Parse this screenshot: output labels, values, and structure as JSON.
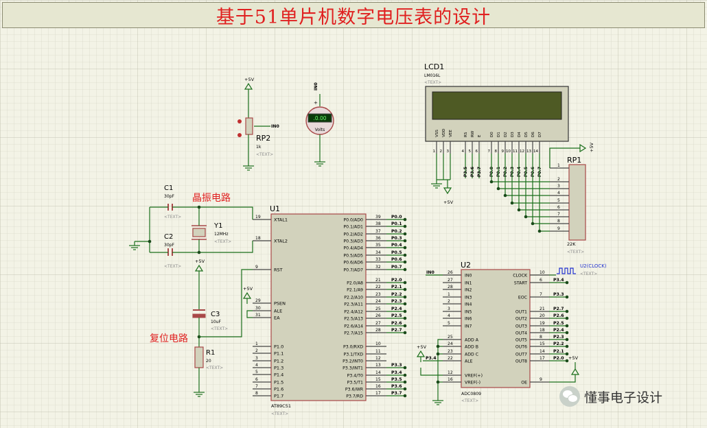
{
  "title": "基于51单片机数字电压表的设计",
  "annotations": {
    "crystal": "晶振电路",
    "reset": "复位电路"
  },
  "watermark": "懂事电子设计",
  "text_placeholder": "<TEXT>",
  "lcd": {
    "ref": "LCD1",
    "model": "LM016L",
    "pins": [
      "VSS",
      "VDD",
      "VEE",
      "RS",
      "RW",
      "E",
      "D0",
      "D1",
      "D2",
      "D3",
      "D4",
      "D5",
      "D6",
      "D7"
    ],
    "pin_numbers": [
      "1",
      "2",
      "3",
      "4",
      "5",
      "6",
      "7",
      "8",
      "9",
      "10",
      "11",
      "12",
      "13",
      "14"
    ],
    "net_labels_ctrl": [
      "P3.5",
      "P3.6",
      "P3.7"
    ],
    "net_labels_data": [
      "P0.0",
      "P0.1",
      "P0.2",
      "P0.3",
      "P0.4",
      "P0.5",
      "P0.6",
      "P0.7"
    ],
    "supply": "+5V"
  },
  "rp1": {
    "ref": "RP1",
    "value": "22K",
    "pins": [
      "1",
      "2",
      "3",
      "4",
      "5",
      "6",
      "7",
      "8",
      "9"
    ],
    "supply": "+5V"
  },
  "rp2": {
    "ref": "RP2",
    "value": "1k",
    "net": "IN0",
    "supply": "+5V"
  },
  "voltmeter": {
    "reading": ".0.00",
    "unit": "Volts",
    "net": "IN0"
  },
  "c1": {
    "ref": "C1",
    "value": "30pF"
  },
  "c2": {
    "ref": "C2",
    "value": "30pF"
  },
  "c3": {
    "ref": "C3",
    "value": "10uF"
  },
  "y1": {
    "ref": "Y1",
    "value": "12MHz"
  },
  "r1": {
    "ref": "R1",
    "value": "20"
  },
  "supply_label": "+5V",
  "u1": {
    "ref": "U1",
    "model": "AT89C51",
    "left_pins": [
      {
        "num": "19",
        "name": "XTAL1"
      },
      {
        "num": "18",
        "name": "XTAL2"
      },
      {
        "num": "9",
        "name": "RST"
      },
      {
        "num": "29",
        "name": "PSEN"
      },
      {
        "num": "30",
        "name": "ALE"
      },
      {
        "num": "31",
        "name": "EA"
      },
      {
        "num": "1",
        "name": "P1.0"
      },
      {
        "num": "2",
        "name": "P1.1"
      },
      {
        "num": "3",
        "name": "P1.2"
      },
      {
        "num": "4",
        "name": "P1.3"
      },
      {
        "num": "5",
        "name": "P1.4"
      },
      {
        "num": "6",
        "name": "P1.5"
      },
      {
        "num": "7",
        "name": "P1.6"
      },
      {
        "num": "8",
        "name": "P1.7"
      }
    ],
    "right_pins": [
      {
        "num": "39",
        "name": "P0.0/AD0",
        "net": "P0.0"
      },
      {
        "num": "38",
        "name": "P0.1/AD1",
        "net": "P0.1"
      },
      {
        "num": "37",
        "name": "P0.2/AD2",
        "net": "P0.2"
      },
      {
        "num": "36",
        "name": "P0.3/AD3",
        "net": "P0.3"
      },
      {
        "num": "35",
        "name": "P0.4/AD4",
        "net": "P0.4"
      },
      {
        "num": "34",
        "name": "P0.5/AD5",
        "net": "P0.5"
      },
      {
        "num": "33",
        "name": "P0.6/AD6",
        "net": "P0.6"
      },
      {
        "num": "32",
        "name": "P0.7/AD7",
        "net": "P0.7"
      },
      {
        "num": "21",
        "name": "P2.0/A8",
        "net": "P2.0"
      },
      {
        "num": "22",
        "name": "P2.1/A9",
        "net": "P2.1"
      },
      {
        "num": "23",
        "name": "P2.2/A10",
        "net": "P2.2"
      },
      {
        "num": "24",
        "name": "P2.3/A11",
        "net": "P2.3"
      },
      {
        "num": "25",
        "name": "P2.4/A12",
        "net": "P2.4"
      },
      {
        "num": "26",
        "name": "P2.5/A13",
        "net": "P2.5"
      },
      {
        "num": "27",
        "name": "P2.6/A14",
        "net": "P2.6"
      },
      {
        "num": "28",
        "name": "P2.7/A15",
        "net": "P2.7"
      },
      {
        "num": "10",
        "name": "P3.0/RXD",
        "net": ""
      },
      {
        "num": "11",
        "name": "P3.1/TXD",
        "net": ""
      },
      {
        "num": "12",
        "name": "P3.2/INT0",
        "net": ""
      },
      {
        "num": "13",
        "name": "P3.3/INT1",
        "net": "P3.3"
      },
      {
        "num": "14",
        "name": "P3.4/T0",
        "net": "P3.4"
      },
      {
        "num": "15",
        "name": "P3.5/T1",
        "net": "P3.5"
      },
      {
        "num": "16",
        "name": "P3.6/WR",
        "net": "P3.6"
      },
      {
        "num": "17",
        "name": "P3.7/RD",
        "net": "P3.7"
      }
    ]
  },
  "u2": {
    "ref": "U2",
    "model": "ADC0809",
    "clock_label": "U2(CLOCK)",
    "left_pins": [
      {
        "num": "26",
        "name": "IN0",
        "net": "IN0"
      },
      {
        "num": "27",
        "name": "IN1",
        "net": ""
      },
      {
        "num": "28",
        "name": "IN2",
        "net": ""
      },
      {
        "num": "1",
        "name": "IN3",
        "net": ""
      },
      {
        "num": "2",
        "name": "IN4",
        "net": ""
      },
      {
        "num": "3",
        "name": "IN5",
        "net": ""
      },
      {
        "num": "4",
        "name": "IN6",
        "net": ""
      },
      {
        "num": "5",
        "name": "IN7",
        "net": ""
      },
      {
        "num": "25",
        "name": "ADD A",
        "net": ""
      },
      {
        "num": "24",
        "name": "ADD B",
        "net": ""
      },
      {
        "num": "23",
        "name": "ADD C",
        "net": ""
      },
      {
        "num": "22",
        "name": "ALE",
        "net": "P3.4"
      },
      {
        "num": "12",
        "name": "VREF(+)",
        "net": "+5V"
      },
      {
        "num": "16",
        "name": "VREF(-)",
        "net": ""
      }
    ],
    "right_pins": [
      {
        "num": "10",
        "name": "CLOCK",
        "net": ""
      },
      {
        "num": "6",
        "name": "START",
        "net": "P3.4"
      },
      {
        "num": "7",
        "name": "EOC",
        "net": "P3.3"
      },
      {
        "num": "21",
        "name": "OUT1",
        "net": "P2.7"
      },
      {
        "num": "20",
        "name": "OUT2",
        "net": "P2.6"
      },
      {
        "num": "19",
        "name": "OUT3",
        "net": "P2.5"
      },
      {
        "num": "18",
        "name": "OUT4",
        "net": "P2.4"
      },
      {
        "num": "8",
        "name": "OUT5",
        "net": "P2.3"
      },
      {
        "num": "15",
        "name": "OUT6",
        "net": "P2.2"
      },
      {
        "num": "14",
        "name": "OUT7",
        "net": "P2.1"
      },
      {
        "num": "17",
        "name": "OUT8",
        "net": "P2.0"
      },
      {
        "num": "9",
        "name": "OE",
        "net": ""
      }
    ],
    "supply": "+5V"
  }
}
